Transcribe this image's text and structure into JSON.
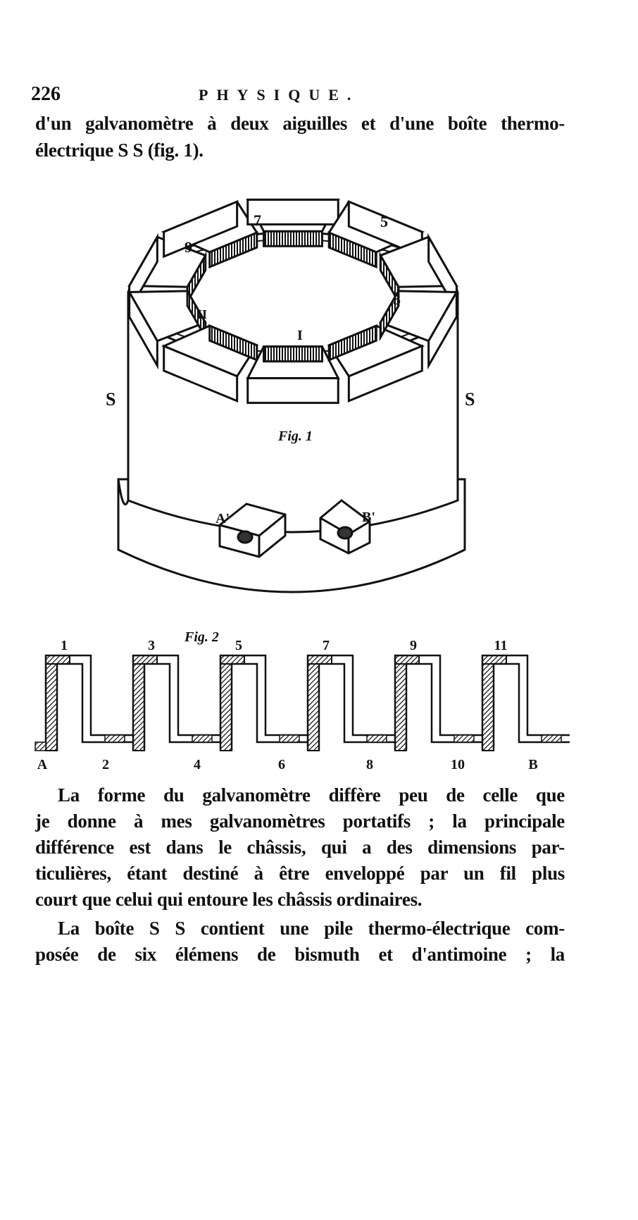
{
  "header": {
    "page_number": "226",
    "running_head": "PHYSIQUE."
  },
  "intro_lines": [
    "d'un galvanomètre à deux aiguilles et d'une boîte thermo-",
    "électrique S S (fig. 1)."
  ],
  "figure1": {
    "caption": "Fig. 1",
    "side_labels": [
      "S",
      "S"
    ],
    "block_labels": [
      "7",
      "5",
      "3",
      "I",
      "II",
      "9"
    ],
    "terminal_labels": [
      "A'",
      "B'"
    ]
  },
  "figure2": {
    "caption": "Fig. 2",
    "top_labels": [
      "1",
      "3",
      "5",
      "7",
      "9",
      "11"
    ],
    "bottom_labels": [
      "A",
      "2",
      "4",
      "6",
      "8",
      "10",
      "B"
    ]
  },
  "paragraph1": [
    "La forme du galvanomètre diffère peu de celle que",
    "je donne à mes galvanomètres portatifs ; la principale",
    "différence est dans le châssis, qui a des dimensions par-",
    "ticulières, étant destiné à être enveloppé par un fil plus",
    "court que celui qui entoure les châssis ordinaires."
  ],
  "paragraph2": [
    "La boîte S S contient une pile thermo-électrique com-",
    "posée de six élémens de bismuth et d'antimoine ; la"
  ]
}
